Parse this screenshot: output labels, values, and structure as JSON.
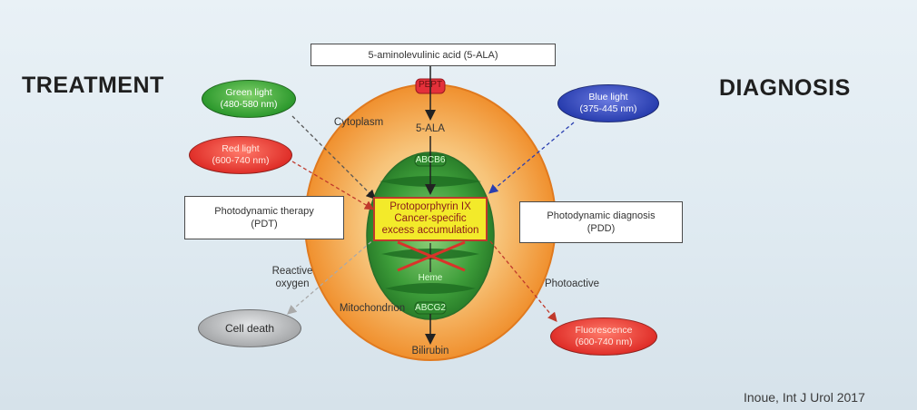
{
  "headings": {
    "treatment": "TREATMENT",
    "diagnosis": "DIAGNOSIS"
  },
  "top_box": "5-aminolevulinic acid (5-ALA)",
  "pept": "PEPT",
  "ala": "5-ALA",
  "cytoplasm": "Cytoplasm",
  "abcb6": "ABCB6",
  "center": {
    "line1": "Protoporphyrin IX",
    "line2": "Cancer-specific",
    "line3": "excess accumulation"
  },
  "heme": "Heme",
  "abcg2": "ABCG2",
  "mitochondrion": "Mitochondrion",
  "bilirubin": "Bilirubin",
  "green_light": {
    "line1": "Green light",
    "line2": "(480-580 nm)"
  },
  "red_light": {
    "line1": "Red light",
    "line2": "(600-740 nm)"
  },
  "blue_light": {
    "line1": "Blue light",
    "line2": "(375-445 nm)"
  },
  "pdt": {
    "line1": "Photodynamic therapy",
    "line2": "(PDT)"
  },
  "pdd": {
    "line1": "Photodynamic diagnosis",
    "line2": "(PDD)"
  },
  "reactive": {
    "line1": "Reactive",
    "line2": "oxygen"
  },
  "cell_death": "Cell death",
  "photoactive": "Photoactive",
  "fluorescence": {
    "line1": "Fluorescence",
    "line2": "(600-740 nm)"
  },
  "citation": "Inoue, Int J Urol 2017",
  "colors": {
    "cell_outer": "#f29a3a",
    "cell_inner": "#f7cf8a",
    "mito": "#3a9a3a",
    "green_oval": "#2e9a2e",
    "red_oval": "#e0302a",
    "blue_oval": "#2a3fb0",
    "gray_oval": "#9a9c9e",
    "center_box": "#f3ea2a"
  }
}
